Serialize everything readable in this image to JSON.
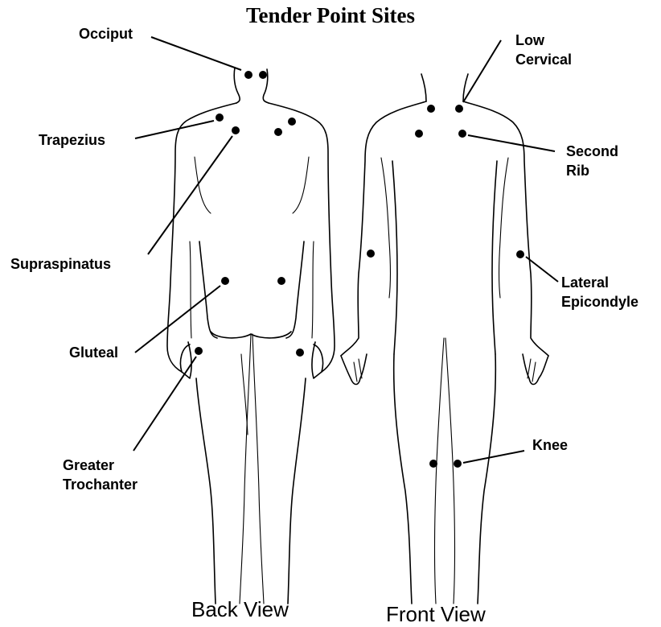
{
  "title": "Tender Point Sites",
  "labels": {
    "occiput": "Occiput",
    "trapezius": "Trapezius",
    "supraspinatus": "Supraspinatus",
    "gluteal": "Gluteal",
    "greater_trochanter": [
      "Greater",
      "Trochanter"
    ],
    "low_cervical": [
      "Low",
      "Cervical"
    ],
    "second_rib": [
      "Second",
      "Rib"
    ],
    "lateral_epicondyle": [
      "Lateral",
      "Epicondyle"
    ],
    "knee": "Knee"
  },
  "views": {
    "back": "Back View",
    "front": "Front View"
  }
}
